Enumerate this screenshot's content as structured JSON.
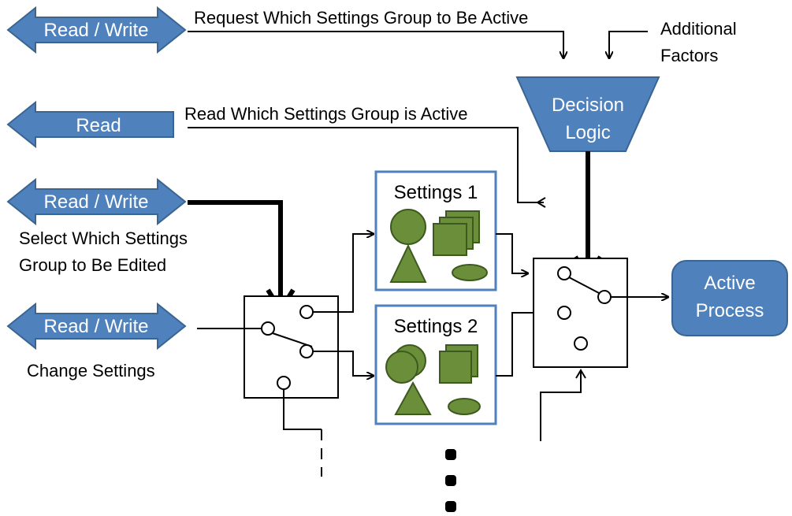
{
  "arrows": {
    "top_read_write": "Read / Write",
    "read": "Read",
    "mid_read_write": "Read / Write",
    "bottom_read_write": "Read / Write"
  },
  "labels": {
    "request": "Request Which Settings Group to Be Active",
    "additional_factors_1": "Additional",
    "additional_factors_2": "Factors",
    "read_active": "Read Which Settings Group is Active",
    "select_edit_1": "Select Which Settings",
    "select_edit_2": "Group to Be Edited",
    "change_settings": "Change Settings"
  },
  "decision_logic": {
    "line1": "Decision",
    "line2": "Logic"
  },
  "settings": [
    {
      "title": "Settings 1"
    },
    {
      "title": "Settings 2"
    }
  ],
  "active_process": {
    "line1": "Active",
    "line2": "Process"
  },
  "colors": {
    "accent_blue": "#4f81bd",
    "shape_green": "#6b8e3a"
  }
}
